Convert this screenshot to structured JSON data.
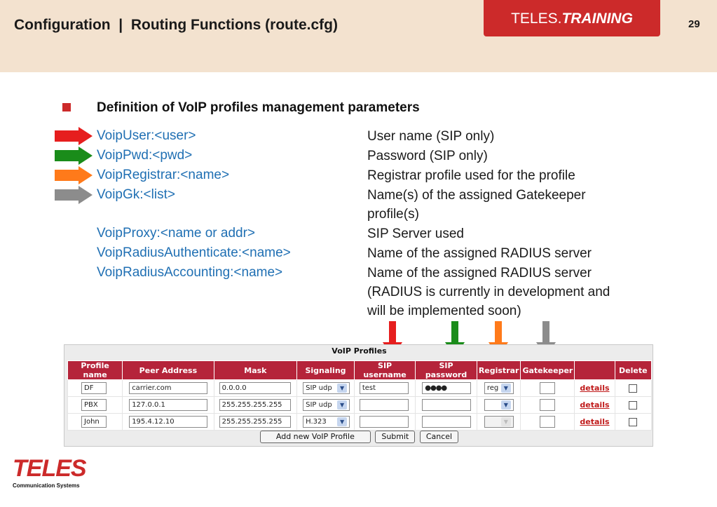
{
  "header": {
    "title": "Configuration  |  Routing Functions (route.cfg)",
    "brand_part1": "TELES.",
    "brand_part2": "TRAINING",
    "page_number": "29"
  },
  "heading": "Definition of VoIP profiles management parameters",
  "params": [
    {
      "name": "VoipUser:<user>",
      "arrow_color": "#e61e1e"
    },
    {
      "name": "VoipPwd:<pwd>",
      "arrow_color": "#1a8c1a"
    },
    {
      "name": "VoipRegistrar:<name>",
      "arrow_color": "#ff7a1a"
    },
    {
      "name": "VoipGk:<list>",
      "arrow_color": "#8c8c8c"
    },
    {
      "name": "VoipProxy:<name or addr>"
    },
    {
      "name": "VoipRadiusAuthenticate:<name>"
    },
    {
      "name": "VoipRadiusAccounting:<name>"
    }
  ],
  "descriptions": {
    "user": "User name (SIP only)",
    "pwd": "Password (SIP only)",
    "registrar": "Registrar profile used for the profile",
    "gk_line1": "Name(s) of the assigned Gatekeeper",
    "gk_line2": "profile(s)",
    "proxy": "SIP Server used",
    "radius_auth": "Name of the assigned RADIUS server",
    "radius_acc_line1": "Name of the assigned RADIUS server",
    "radius_acc_line2": "(RADIUS is currently in development and",
    "radius_acc_line3": "will be implemented soon)"
  },
  "voip_panel": {
    "title": "VoIP Profiles",
    "columns": [
      "Profile name",
      "Peer Address",
      "Mask",
      "Signaling",
      "SIP username",
      "SIP password",
      "Registrar",
      "Gatekeeper",
      "",
      "Delete"
    ],
    "rows": [
      {
        "profile": "DF",
        "peer": "carrier.com",
        "mask": "0.0.0.0",
        "signaling": "SIP udp",
        "sip_user": "test",
        "sip_password": "●●●●",
        "registrar": "reg",
        "details": "details"
      },
      {
        "profile": "PBX",
        "peer": "127.0.0.1",
        "mask": "255.255.255.255",
        "signaling": "SIP udp",
        "sip_user": "",
        "sip_password": "",
        "registrar": "",
        "details": "details"
      },
      {
        "profile": "John",
        "peer": "195.4.12.10",
        "mask": "255.255.255.255",
        "signaling": "H.323",
        "sip_user": "",
        "sip_password": "",
        "registrar": "",
        "details": "details"
      }
    ],
    "buttons": {
      "add": "Add new VoIP Profile",
      "submit": "Submit",
      "cancel": "Cancel"
    }
  },
  "logo": {
    "word": "TELES",
    "subtitle": "Communication Systems"
  }
}
